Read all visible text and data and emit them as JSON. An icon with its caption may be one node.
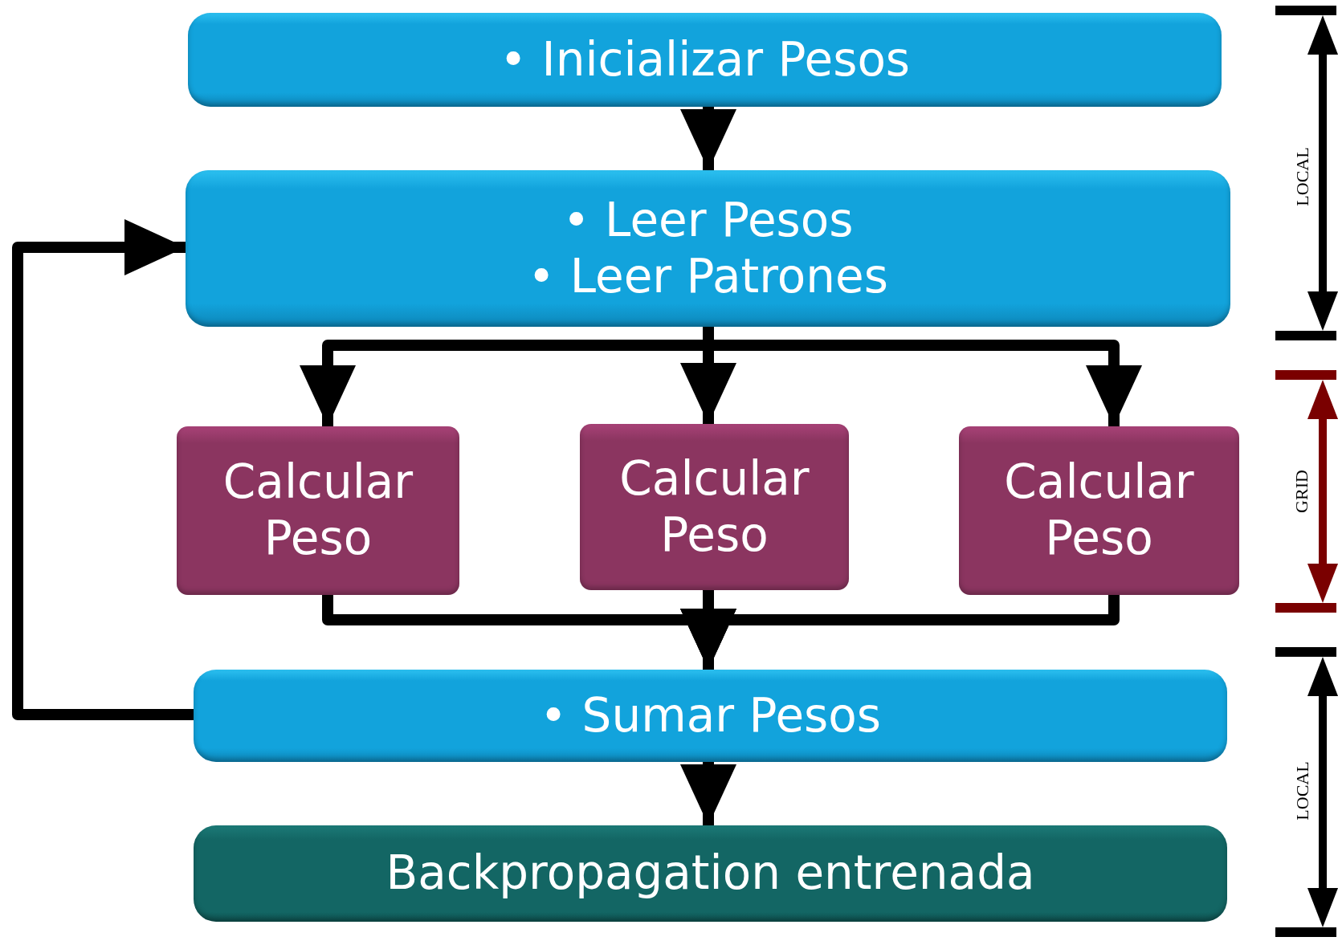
{
  "diagram": {
    "nodes": [
      {
        "text": [
          "• Inicializar Pesos"
        ]
      },
      {
        "text": [
          "• Leer Pesos",
          "• Leer Patrones"
        ]
      },
      {
        "text": [
          "Calcular Peso"
        ]
      },
      {
        "text": [
          "Calcular Peso"
        ]
      },
      {
        "text": [
          "Calcular Peso"
        ]
      },
      {
        "text": [
          "• Sumar Pesos"
        ]
      },
      {
        "text": [
          "Backpropagation entrenada"
        ]
      }
    ],
    "edges": [
      {
        "from": 0,
        "to": 1,
        "arrow": "to"
      },
      {
        "from": 1,
        "to": 2,
        "arrow": "to"
      },
      {
        "from": 1,
        "to": 3,
        "arrow": "to"
      },
      {
        "from": 1,
        "to": 4,
        "arrow": "to"
      },
      {
        "from": 2,
        "to": 5,
        "arrow": "to"
      },
      {
        "from": 3,
        "to": 5,
        "arrow": "to"
      },
      {
        "from": 4,
        "to": 5,
        "arrow": "to"
      },
      {
        "from": 5,
        "to": 1,
        "arrow": "to"
      },
      {
        "from": 5,
        "to": 6,
        "arrow": "to"
      }
    ],
    "labels": [
      "LOCAL",
      "GRID",
      "LOCAL"
    ]
  }
}
